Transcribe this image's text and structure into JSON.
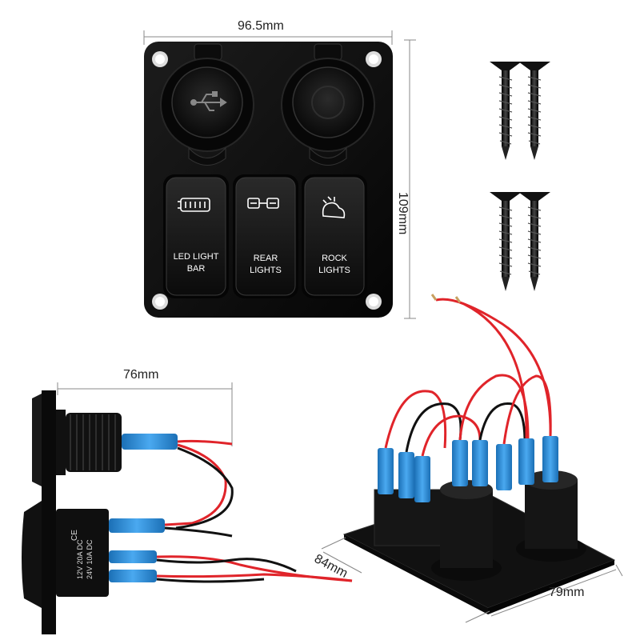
{
  "dimensions": {
    "width": "96.5mm",
    "height": "109mm",
    "side_depth": "76mm",
    "base_length": "84mm",
    "base_width": "79mm"
  },
  "panel": {
    "sockets": [
      "usb-socket",
      "12v-socket"
    ],
    "switches": [
      {
        "icon": "led-light-bar-icon",
        "line1": "LED LIGHT",
        "line2": "BAR"
      },
      {
        "icon": "rear-lights-icon",
        "line1": "REAR",
        "line2": "LIGHTS"
      },
      {
        "icon": "rock-lights-icon",
        "line1": "ROCK",
        "line2": "LIGHTS"
      }
    ]
  },
  "switch_rating": {
    "line1": "12V 20A DC",
    "line2": "24V 10A DC"
  },
  "colors": {
    "panel": "#111111",
    "wire_red": "#e0242a",
    "wire_black": "#111111",
    "connector_blue": "#2f8fd8",
    "screw": "#1a1a1a",
    "dimension_line": "#888888"
  }
}
